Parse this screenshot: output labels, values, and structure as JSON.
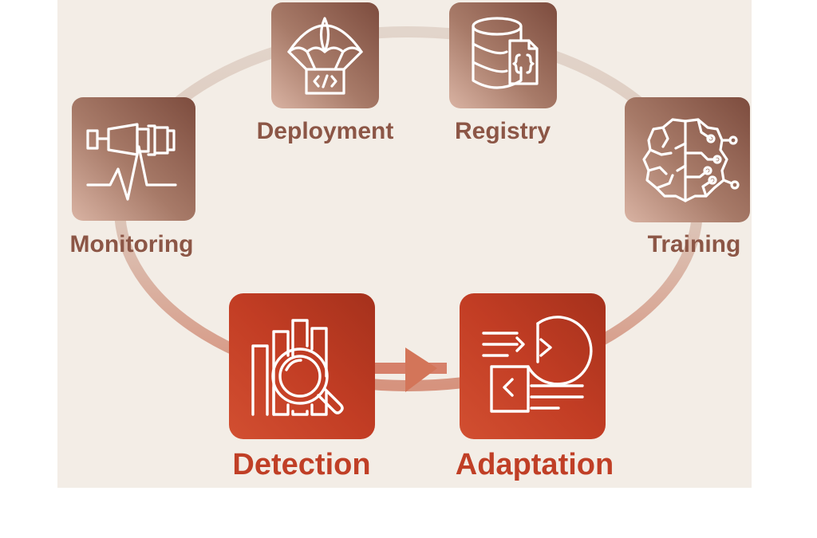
{
  "diagram": {
    "nodes": [
      {
        "id": "deployment",
        "label": "Deployment",
        "state": "muted",
        "icon": "parachute-code-icon"
      },
      {
        "id": "registry",
        "label": "Registry",
        "state": "muted",
        "icon": "database-document-icon"
      },
      {
        "id": "training",
        "label": "Training",
        "state": "muted",
        "icon": "brain-circuit-icon"
      },
      {
        "id": "adaptation",
        "label": "Adaptation",
        "state": "active",
        "icon": "code-swap-icon"
      },
      {
        "id": "detection",
        "label": "Detection",
        "state": "active",
        "icon": "magnifier-bars-icon"
      },
      {
        "id": "monitoring",
        "label": "Monitoring",
        "state": "muted",
        "icon": "telescope-pulse-icon"
      }
    ],
    "highlighted_edge": {
      "from": "detection",
      "to": "adaptation"
    },
    "colors": {
      "background": "#f3ede6",
      "muted_node": "#a77a68",
      "muted_text": "#8c5646",
      "active_node": "#c23d24",
      "active_text": "#c03f26",
      "cycle_ring": "#dccbc1",
      "active_ring": "#d98a73"
    }
  }
}
